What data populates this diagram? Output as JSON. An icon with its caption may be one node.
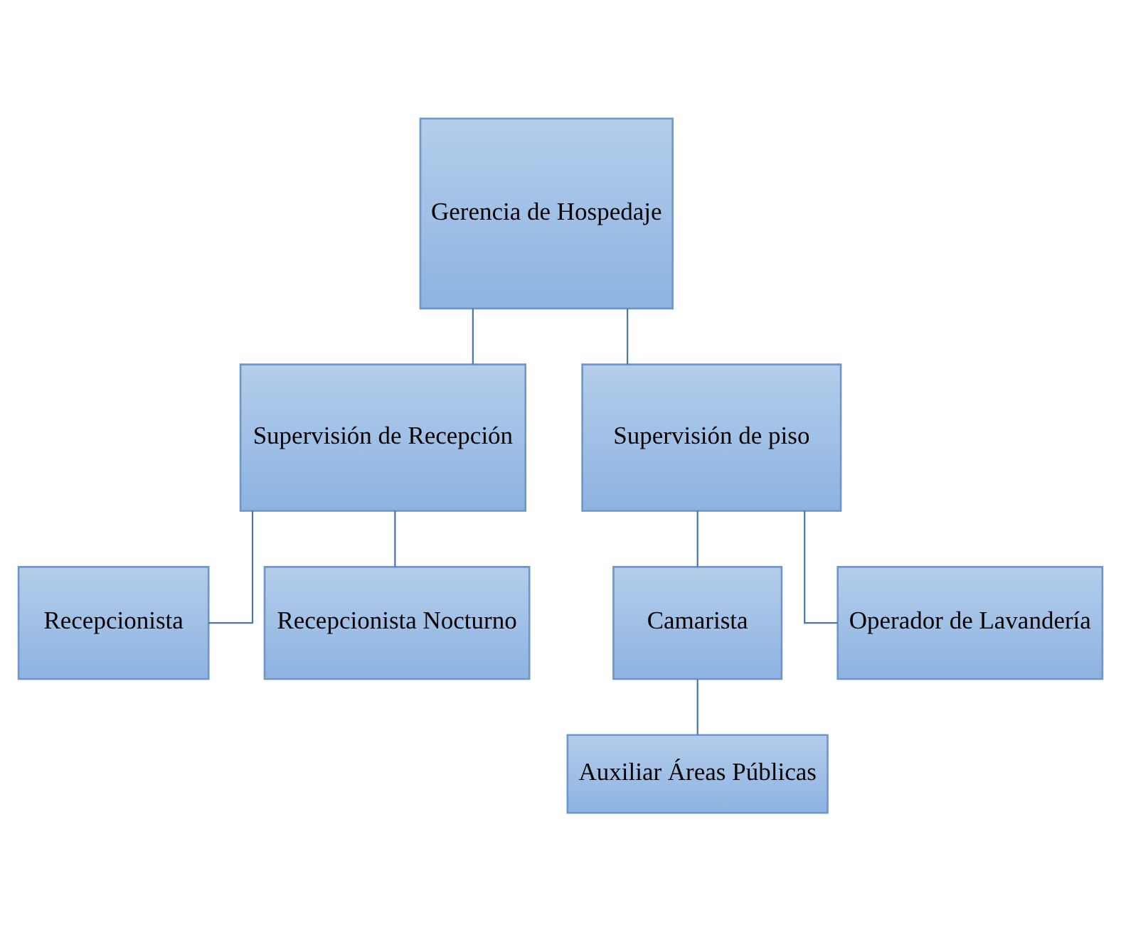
{
  "diagram": {
    "nodes": [
      {
        "text": [
          "Gerencia de Hospedaje"
        ]
      },
      {
        "text": [
          "Supervisión de Recepción"
        ]
      },
      {
        "text": [
          "Supervisión de piso"
        ]
      },
      {
        "text": [
          "Recepcionista"
        ]
      },
      {
        "text": [
          "Recepcionista Nocturno"
        ]
      },
      {
        "text": [
          "Camarista"
        ]
      },
      {
        "text": [
          "Operador de Lavandería"
        ]
      },
      {
        "text": [
          "Auxiliar Áreas Públicas"
        ]
      }
    ],
    "edges": [
      {
        "from": 0,
        "to": 1,
        "arrow": "none"
      },
      {
        "from": 0,
        "to": 2,
        "arrow": "none"
      },
      {
        "from": 1,
        "to": 3,
        "arrow": "none"
      },
      {
        "from": 1,
        "to": 4,
        "arrow": "none"
      },
      {
        "from": 2,
        "to": 5,
        "arrow": "none"
      },
      {
        "from": 2,
        "to": 6,
        "arrow": "none"
      },
      {
        "from": 5,
        "to": 7,
        "arrow": "none"
      }
    ]
  }
}
